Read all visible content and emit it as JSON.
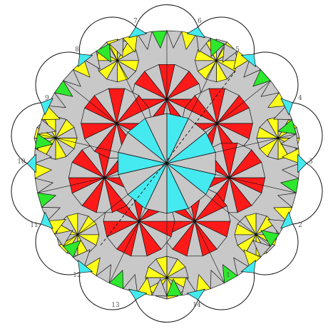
{
  "colors": {
    "red": "#ff1a1a",
    "cyan": "#44eaf0",
    "gray": "#c8c8c8",
    "yellow": "#ffff1a",
    "green": "#2ee82e",
    "stroke": "#111111",
    "label": "#555555"
  },
  "edge_labels": [
    "1",
    "2",
    "3",
    "4",
    "5",
    "6",
    "7",
    "8",
    "9",
    "10",
    "11",
    "12",
    "13",
    "14"
  ]
}
